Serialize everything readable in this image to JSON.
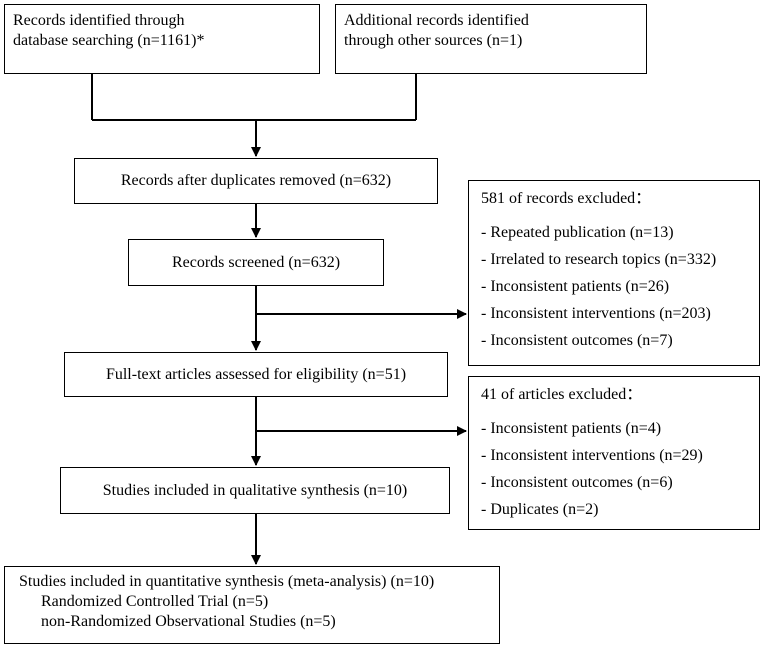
{
  "boxes": {
    "db_search": [
      "Records identified through",
      "database searching (n=1161)*"
    ],
    "other_sources": [
      "Additional records identified",
      "through other sources (n=1)"
    ],
    "duplicates_removed": "Records after duplicates removed (n=632)",
    "screened": "Records screened (n=632)",
    "full_text": "Full-text articles assessed for eligibility (n=51)",
    "qualitative": "Studies included in qualitative synthesis (n=10)",
    "quantitative": {
      "title": "Studies included in quantitative synthesis (meta-analysis) (n=10)",
      "lines": [
        "Randomized Controlled Trial (n=5)",
        "non-Randomized Observational Studies (n=5)"
      ]
    }
  },
  "exclusions": {
    "records": {
      "heading": "581 of records excluded：",
      "items": [
        "- Repeated publication (n=13)",
        "- Irrelated to research topics (n=332)",
        "- Inconsistent patients (n=26)",
        "- Inconsistent interventions (n=203)",
        "- Inconsistent outcomes (n=7)"
      ]
    },
    "articles": {
      "heading": "41 of articles excluded：",
      "items": [
        "- Inconsistent patients (n=4)",
        "- Inconsistent interventions (n=29)",
        "- Inconsistent outcomes (n=6)",
        "- Duplicates (n=2)"
      ]
    }
  }
}
